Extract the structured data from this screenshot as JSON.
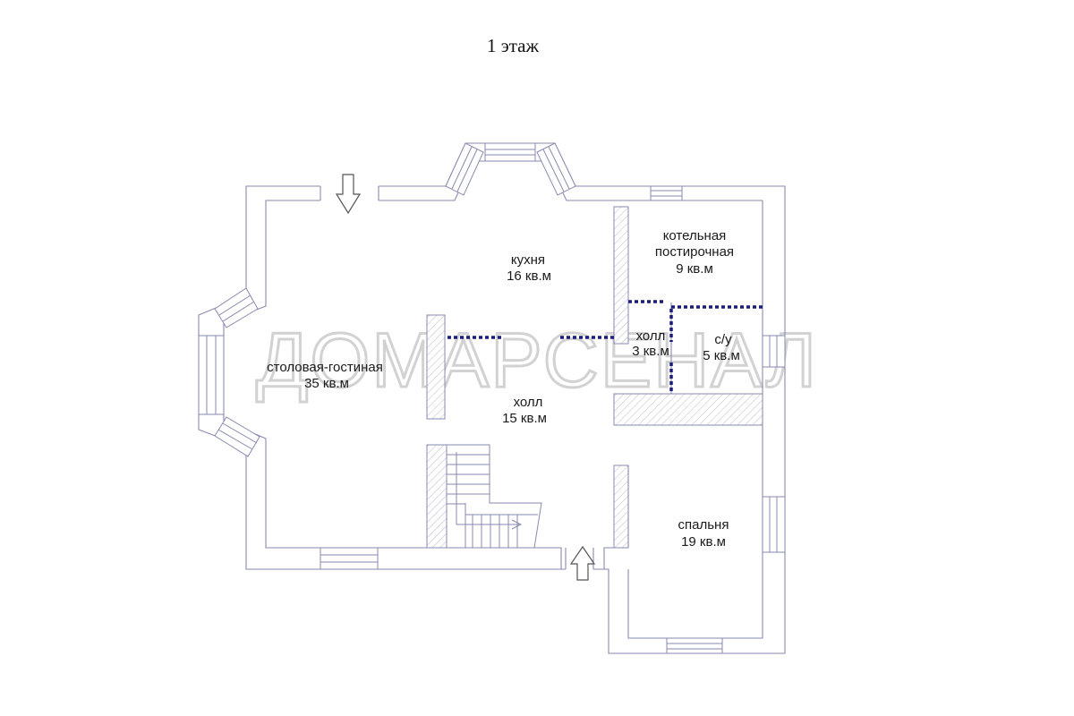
{
  "title": "1 этаж",
  "watermark": "ДОМАРСЕНАЛ",
  "rooms": {
    "dining": {
      "name": "столовая-гостиная",
      "area": "35 кв.м"
    },
    "kitchen": {
      "name": "кухня",
      "area": "16 кв.м"
    },
    "hall_main": {
      "name": "холл",
      "area": "15 кв.м"
    },
    "boiler": {
      "name1": "котельная",
      "name2": "постирочная",
      "area": "9 кв.м"
    },
    "hall_small": {
      "name": "холл",
      "area": "3 кв.м"
    },
    "wc": {
      "name": "с/у",
      "area": "5 кв.м"
    },
    "bedroom": {
      "name": "спальня",
      "area": "19 кв.м"
    }
  },
  "colors": {
    "wall": "#8a8ab0",
    "partition": "#1c1c7a"
  }
}
